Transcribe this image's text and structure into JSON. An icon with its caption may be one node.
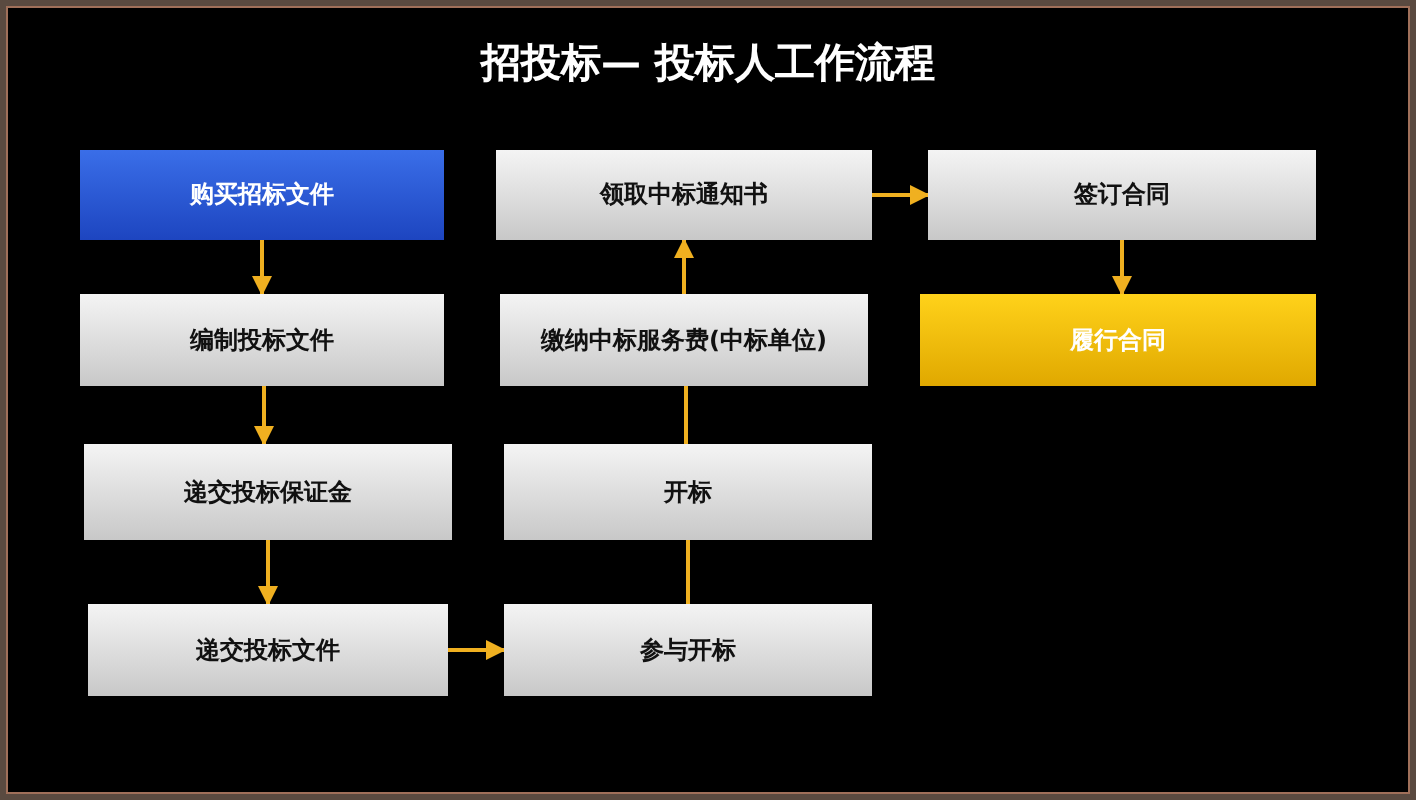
{
  "diagram": {
    "title": "招投标— 投标人工作流程",
    "nodes": [
      {
        "text": [
          "购买招标文件"
        ]
      },
      {
        "text": [
          "编制投标文件"
        ]
      },
      {
        "text": [
          "递交投标保证金"
        ]
      },
      {
        "text": [
          "递交投标文件"
        ]
      },
      {
        "text": [
          "参与开标"
        ]
      },
      {
        "text": [
          "开标"
        ]
      },
      {
        "text": [
          "缴纳中标服务费(中标单位)"
        ]
      },
      {
        "text": [
          "领取中标通知书"
        ]
      },
      {
        "text": [
          "签订合同"
        ]
      },
      {
        "text": [
          "履行合同"
        ]
      }
    ],
    "edges": [
      {
        "from": 0,
        "to": 1,
        "arrow": "to"
      },
      {
        "from": 1,
        "to": 2,
        "arrow": "to"
      },
      {
        "from": 2,
        "to": 3,
        "arrow": "to"
      },
      {
        "from": 3,
        "to": 4,
        "arrow": "to"
      },
      {
        "from": 4,
        "to": 5,
        "arrow": "none"
      },
      {
        "from": 5,
        "to": 6,
        "arrow": "none"
      },
      {
        "from": 6,
        "to": 7,
        "arrow": "to"
      },
      {
        "from": 7,
        "to": 8,
        "arrow": "to"
      },
      {
        "from": 8,
        "to": 9,
        "arrow": "to"
      }
    ]
  }
}
